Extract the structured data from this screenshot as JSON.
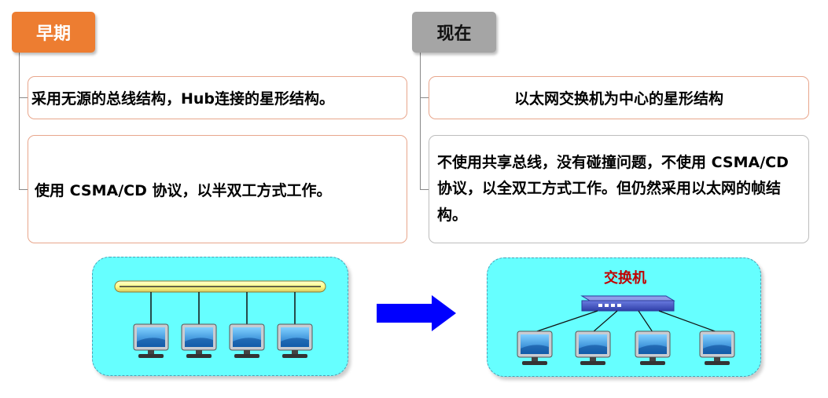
{
  "early": {
    "tag": "早期",
    "point1": "采用无源的总线结构，Hub连接的星形结构。",
    "point2": "使用 CSMA/CD 协议，以半双工方式工作。"
  },
  "now": {
    "tag": "现在",
    "point1": "以太网交换机为中心的星形结构",
    "point2": "不使用共享总线，没有碰撞问题，不使用 CSMA/CD 协议，以全双工方式工作。但仍然采用以太网的帧结构。"
  },
  "diagram": {
    "switch_label": "交换机",
    "bus_computer_count": 4,
    "star_computer_count": 4
  },
  "colors": {
    "early_tag": "#ed7d31",
    "now_tag": "#a5a5a5",
    "panel_fill": "#66ffff",
    "arrow": "#0000ff",
    "switch_body": "#3f51c9",
    "switch_label": "#c00000"
  }
}
